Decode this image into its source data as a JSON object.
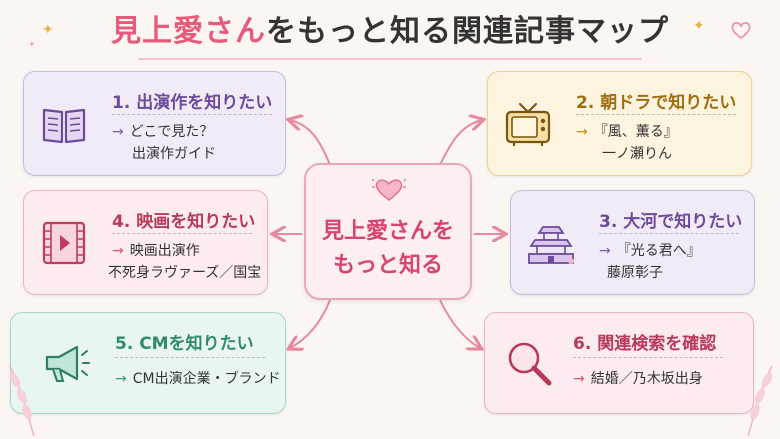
{
  "title": {
    "highlight": "見上愛さん",
    "rest": "をもっと知る関連記事マップ"
  },
  "center": {
    "line1": "見上愛さんを",
    "line2": "もっと知る"
  },
  "cards": [
    {
      "id": "c1",
      "heading": "1. 出演作を知りたい",
      "lines": [
        "どこで見た？",
        "出演作ガイド"
      ],
      "icon": "book-icon"
    },
    {
      "id": "c2",
      "heading": "2. 朝ドラで知りたい",
      "lines": [
        "『風、薫る』",
        "一ノ瀬りん"
      ],
      "icon": "tv-icon"
    },
    {
      "id": "c3",
      "heading": "3. 大河で知りたい",
      "lines": [
        "『光る君へ』",
        "藤原彰子"
      ],
      "icon": "castle-icon"
    },
    {
      "id": "c4",
      "heading": "4. 映画を知りたい",
      "lines": [
        "映画出演作",
        "不死身ラヴァーズ／国宝"
      ],
      "icon": "film-icon"
    },
    {
      "id": "c5",
      "heading": "5. CMを知りたい",
      "lines": [
        "CM出演企業・ブランド"
      ],
      "icon": "megaphone-icon"
    },
    {
      "id": "c6",
      "heading": "6. 関連検索を確認",
      "lines": [
        "結婚／乃木坂出身"
      ],
      "icon": "magnifier-icon"
    }
  ],
  "colors": {
    "accent": "#e85a7a",
    "connector": "#e58aa0"
  }
}
